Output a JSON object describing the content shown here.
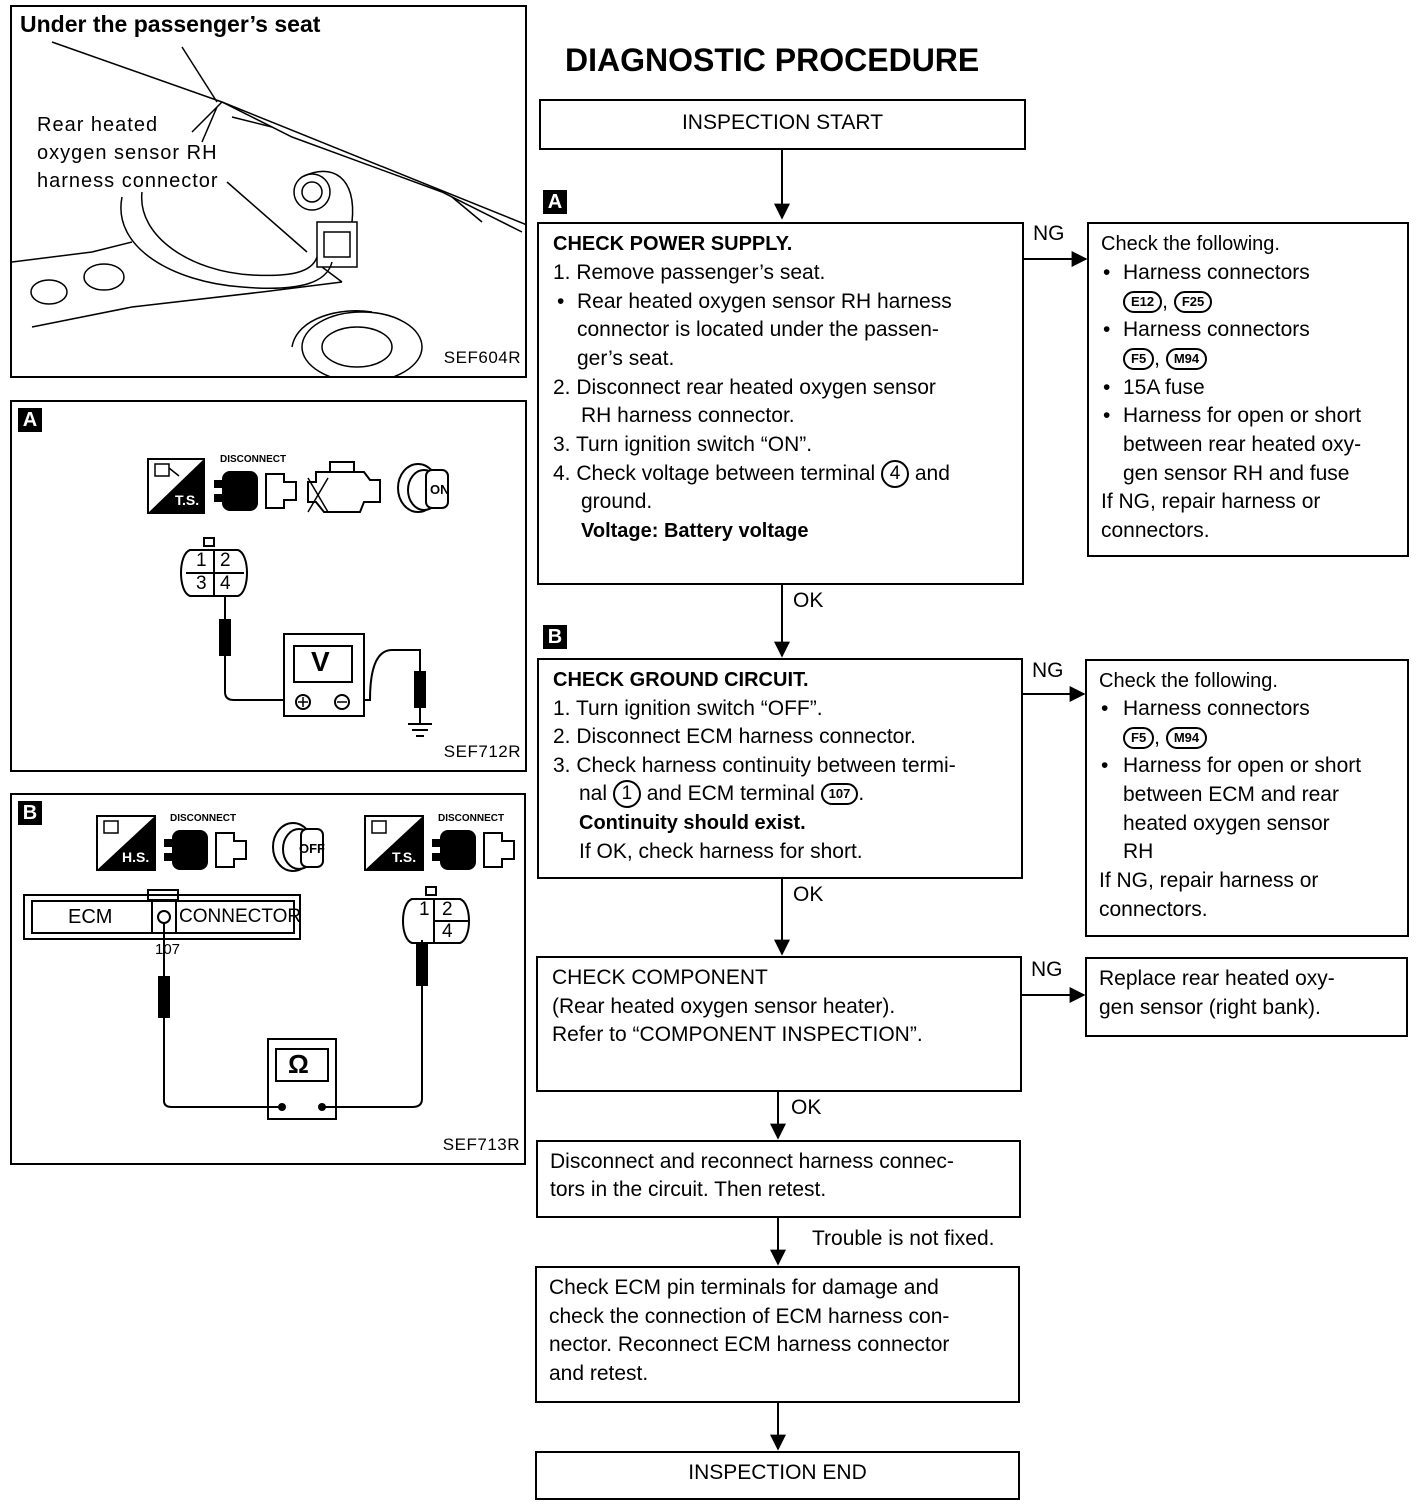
{
  "title": "DIAGNOSTIC PROCEDURE",
  "seat_panel": {
    "heading": "Under the passenger’s seat",
    "callout": [
      "Rear heated",
      "oxygen sensor RH",
      "harness connector"
    ],
    "ref": "SEF604R"
  },
  "panel_a": {
    "tag": "A",
    "icons": {
      "ts": "T.S.",
      "disconnect": "DISCONNECT",
      "on": "ON"
    },
    "connector_pins": [
      "1",
      "2",
      "3",
      "4"
    ],
    "meter": "V",
    "ref": "SEF712R"
  },
  "panel_b": {
    "tag": "B",
    "icons": {
      "hs": "H.S.",
      "disconnect1": "DISCONNECT",
      "off": "OFF",
      "ts": "T.S.",
      "disconnect2": "DISCONNECT"
    },
    "ecm_label": "ECM",
    "connector_label": "CONNECTOR",
    "terminal": "107",
    "connector_pins": [
      "1",
      "2",
      "4"
    ],
    "meter": "Ω",
    "ref": "SEF713R"
  },
  "flow": {
    "start": "INSPECTION START",
    "step_a": {
      "tag": "A",
      "title": "CHECK POWER SUPPLY.",
      "l1": "1. Remove passenger’s seat.",
      "l2": "Rear heated oxygen sensor RH harness",
      "l3": "connector is located under the passen-",
      "l4": "ger’s seat.",
      "l5": "2. Disconnect rear heated oxygen sensor",
      "l6": "RH harness connector.",
      "l7": "3. Turn ignition switch “ON”.",
      "l8a": "4. Check voltage between terminal",
      "l8t": "4",
      "l8b": "and",
      "l9": "ground.",
      "l10": "Voltage: Battery voltage",
      "ng": "NG",
      "ok": "OK"
    },
    "ng_a": {
      "l1": "Check the following.",
      "l2": "Harness connectors",
      "c1": "E12",
      "c2": "F25",
      "l3": "Harness connectors",
      "c3": "F5",
      "c4": "M94",
      "l4": "15A fuse",
      "l5": "Harness for open or short",
      "l6": "between rear heated oxy-",
      "l7": "gen sensor RH and fuse",
      "l8": "If NG, repair harness or",
      "l9": "connectors."
    },
    "step_b": {
      "tag": "B",
      "title": "CHECK GROUND CIRCUIT.",
      "l1": "1. Turn ignition switch “OFF”.",
      "l2": "2. Disconnect ECM harness connector.",
      "l3": "3. Check harness continuity between termi-",
      "l4a": "nal",
      "l4t": "1",
      "l4b": "and ECM terminal",
      "l4c": "107",
      "l5": "Continuity should exist.",
      "l6": "If OK, check harness for short.",
      "ng": "NG",
      "ok": "OK"
    },
    "ng_b": {
      "l1": "Check the following.",
      "l2": "Harness connectors",
      "c1": "F5",
      "c2": "M94",
      "l3": "Harness for open or short",
      "l4": "between ECM and rear",
      "l5": "heated oxygen sensor",
      "l6": "RH",
      "l7": "If NG, repair harness or",
      "l8": "connectors."
    },
    "step_c": {
      "l1": "CHECK COMPONENT",
      "l2": "(Rear heated oxygen sensor heater).",
      "l3": "Refer to “COMPONENT INSPECTION”.",
      "ng": "NG",
      "ok": "OK"
    },
    "ng_c": {
      "l1": "Replace rear heated oxy-",
      "l2": "gen sensor (right bank)."
    },
    "step_d": {
      "l1": "Disconnect and reconnect harness connec-",
      "l2": "tors in the circuit. Then retest.",
      "note": "Trouble is not fixed."
    },
    "step_e": {
      "l1": "Check ECM pin terminals for damage and",
      "l2": "check the connection of ECM harness con-",
      "l3": "nector. Reconnect ECM harness connector",
      "l4": "and retest."
    },
    "end": "INSPECTION END"
  }
}
